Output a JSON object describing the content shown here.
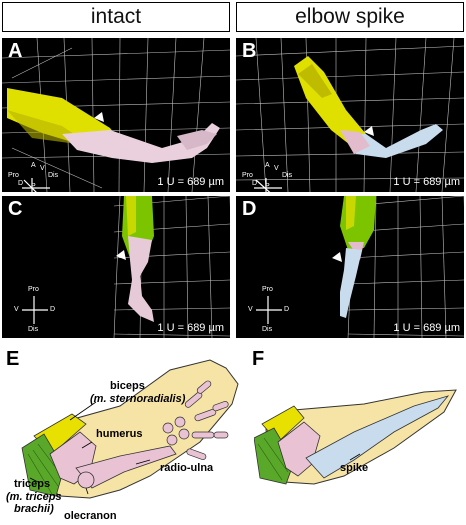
{
  "headers": {
    "left": "intact",
    "right": "elbow spike"
  },
  "panels": {
    "A": {
      "label": "A",
      "scale": "1 U = 689 µm",
      "axes": {
        "a": "A",
        "v": "V",
        "pro": "Pro",
        "dis": "Dis",
        "d": "D",
        "p": "P"
      }
    },
    "B": {
      "label": "B",
      "scale": "1 U = 689 µm",
      "axes": {
        "a": "A",
        "v": "V",
        "pro": "Pro",
        "dis": "Dis",
        "d": "D",
        "p": "P"
      }
    },
    "C": {
      "label": "C",
      "scale": "1 U = 689 µm",
      "axes": {
        "pro": "Pro",
        "v": "V",
        "d": "D",
        "dis": "Dis"
      }
    },
    "D": {
      "label": "D",
      "scale": "1 U = 689 µm",
      "axes": {
        "pro": "Pro",
        "v": "V",
        "d": "D",
        "dis": "Dis"
      }
    }
  },
  "schematics": {
    "E": {
      "label": "E",
      "annotations": {
        "biceps": "biceps",
        "biceps_latin": "(m. sternoradialis)",
        "humerus": "humerus",
        "triceps": "triceps",
        "triceps_latin1": "(m. triceps",
        "triceps_latin2": "brachii)",
        "olecranon": "olecranon",
        "radio_ulna": "radio-ulna"
      }
    },
    "F": {
      "label": "F",
      "annotations": {
        "spike": "spike"
      }
    }
  },
  "colors": {
    "panel_bg": "#000000",
    "muscle_yellow": "#e8e000",
    "muscle_green": "#5aa82a",
    "bone_pink": "#e9c3d3",
    "spike_blue": "#c8dcee",
    "skin_tan": "#f6e3a6",
    "grid": "#ffffff"
  }
}
